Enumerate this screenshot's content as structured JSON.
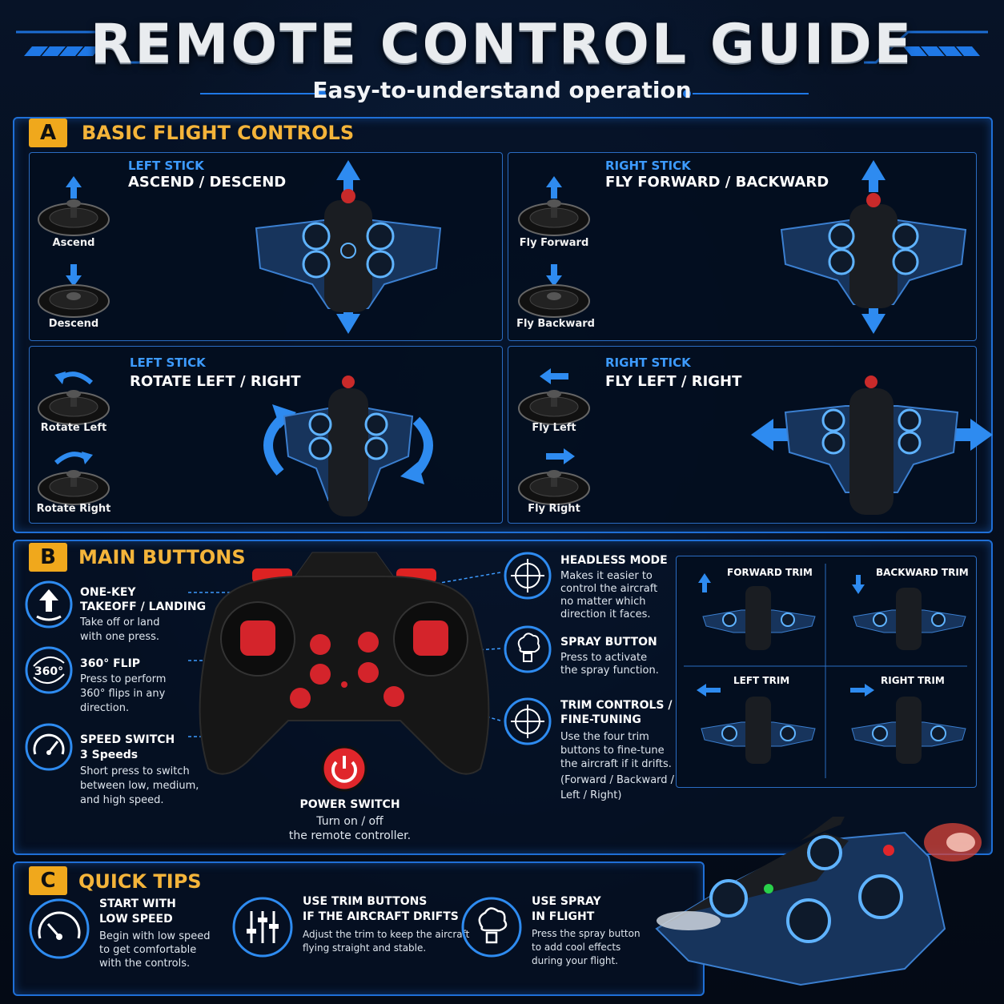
{
  "header": {
    "title": "REMOTE CONTROL GUIDE",
    "subtitle": "Easy-to-understand operation"
  },
  "section_a": {
    "badge": "A",
    "title": "BASIC FLIGHT CONTROLS",
    "panels": [
      {
        "stick": "LEFT STICK",
        "action": "ASCEND / DESCEND",
        "top_label": "Ascend",
        "bottom_label": "Descend"
      },
      {
        "stick": "RIGHT STICK",
        "action": "FLY FORWARD / BACKWARD",
        "top_label": "Fly Forward",
        "bottom_label": "Fly Backward"
      },
      {
        "stick": "LEFT STICK",
        "action": "ROTATE LEFT / RIGHT",
        "top_label": "Rotate Left",
        "bottom_label": "Rotate Right"
      },
      {
        "stick": "RIGHT STICK",
        "action": "FLY LEFT / RIGHT",
        "top_label": "Fly Left",
        "bottom_label": "Fly Right"
      }
    ]
  },
  "section_b": {
    "badge": "B",
    "title": "MAIN BUTTONS",
    "left_items": [
      {
        "title1": "ONE-KEY",
        "title2": "TAKEOFF / LANDING",
        "desc": [
          "Take off or land",
          "with one press."
        ]
      },
      {
        "title1": "360° FLIP",
        "title2": "",
        "desc": [
          "Press to perform",
          "360° flips in any",
          "direction."
        ]
      },
      {
        "title1": "SPEED SWITCH",
        "title2": "3 Speeds",
        "desc": [
          "Short press to switch",
          "between low, medium,",
          "and high speed."
        ]
      }
    ],
    "right_items": [
      {
        "title1": "HEADLESS MODE",
        "title2": "",
        "desc": [
          "Makes it easier to",
          "control the aircraft",
          "no matter which",
          "direction it faces."
        ]
      },
      {
        "title1": "SPRAY BUTTON",
        "title2": "",
        "desc": [
          "Press to activate",
          "the spray function."
        ]
      },
      {
        "title1": "TRIM CONTROLS /",
        "title2": "FINE-TUNING",
        "desc": [
          "Use the four trim",
          "buttons to fine-tune",
          "the aircraft if it drifts.",
          "(Forward / Backward /",
          "Left / Right)"
        ]
      }
    ],
    "power": {
      "title": "POWER SWITCH",
      "desc": [
        "Turn on / off",
        "the remote controller."
      ]
    },
    "flip_icon_text": "360°",
    "trims": [
      "FORWARD TRIM",
      "BACKWARD TRIM",
      "LEFT TRIM",
      "RIGHT TRIM"
    ]
  },
  "section_c": {
    "badge": "C",
    "title": "QUICK TIPS",
    "tips": [
      {
        "title1": "START WITH",
        "title2": "LOW SPEED",
        "desc": [
          "Begin with low speed",
          "to get comfortable",
          "with the controls."
        ]
      },
      {
        "title1": "USE TRIM BUTTONS",
        "title2": "IF THE AIRCRAFT DRIFTS",
        "desc": [
          "Adjust the trim to keep the aircraft",
          "flying straight and stable."
        ]
      },
      {
        "title1": "USE SPRAY",
        "title2": "IN FLIGHT",
        "desc": [
          "Press the spray button",
          "to add cool effects",
          "during your flight."
        ]
      }
    ]
  },
  "colors": {
    "accent_blue": "#1f6fd6",
    "highlight_blue": "#3d9bff",
    "orange": "#f0a81c",
    "red": "#e0262b"
  }
}
